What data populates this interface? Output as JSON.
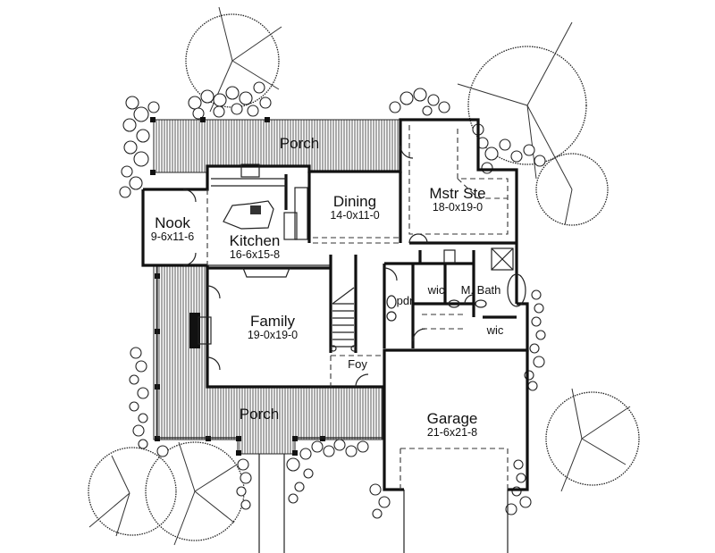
{
  "plan": {
    "rooms": [
      {
        "id": "porch-rear",
        "name": "Porch",
        "dimensions": ""
      },
      {
        "id": "nook",
        "name": "Nook",
        "dimensions": "9-6x11-6"
      },
      {
        "id": "kitchen",
        "name": "Kitchen",
        "dimensions": "16-6x15-8"
      },
      {
        "id": "dining",
        "name": "Dining",
        "dimensions": "14-0x11-0"
      },
      {
        "id": "master-suite",
        "name": "Mstr Ste",
        "dimensions": "18-0x19-0"
      },
      {
        "id": "wic-1",
        "name": "wic",
        "dimensions": ""
      },
      {
        "id": "master-bath",
        "name": "M. Bath",
        "dimensions": ""
      },
      {
        "id": "powder",
        "name": "pdr",
        "dimensions": ""
      },
      {
        "id": "wic-2",
        "name": "wic",
        "dimensions": ""
      },
      {
        "id": "family",
        "name": "Family",
        "dimensions": "19-0x19-0"
      },
      {
        "id": "foyer",
        "name": "Foy",
        "dimensions": ""
      },
      {
        "id": "porch-front",
        "name": "Porch",
        "dimensions": ""
      },
      {
        "id": "garage",
        "name": "Garage",
        "dimensions": "21-6x21-8"
      }
    ],
    "colors": {
      "line": "#111111",
      "background": "#ffffff",
      "hatch": "#555555"
    }
  }
}
